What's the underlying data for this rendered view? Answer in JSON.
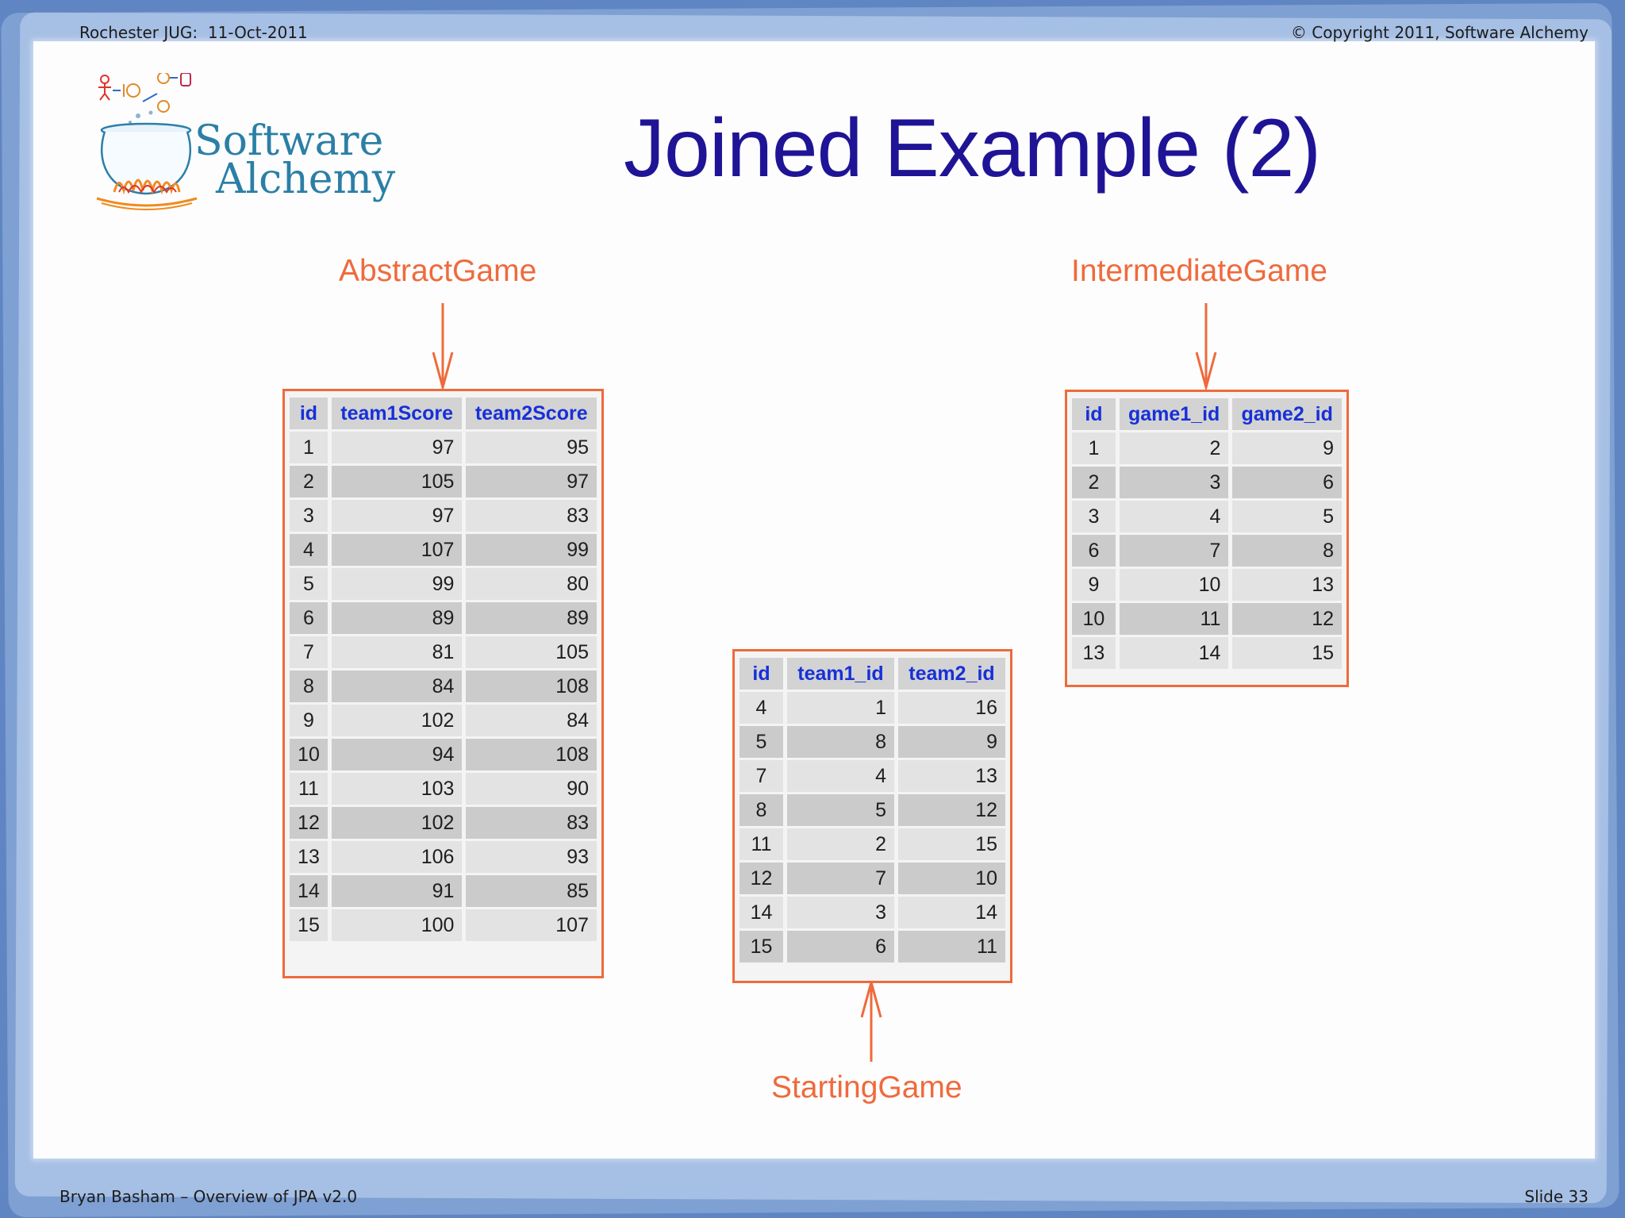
{
  "header": {
    "left": "Rochester JUG:  11-Oct-2011",
    "right": "© Copyright 2011, Software Alchemy"
  },
  "footer": {
    "left": "Bryan Basham – Overview of JPA v2.0",
    "right": "Slide 33"
  },
  "logo": {
    "line1": "Software",
    "line2": "Alchemy"
  },
  "title": "Joined Example (2)",
  "colors": {
    "title": "#1f1496",
    "accent": "#ef6a3c",
    "header_text": "#1730d8",
    "frame": "#7fa0d2"
  },
  "abstract_game": {
    "label": "AbstractGame",
    "columns": [
      "id",
      "team1Score",
      "team2Score"
    ],
    "rows": [
      [
        "1",
        "97",
        "95"
      ],
      [
        "2",
        "105",
        "97"
      ],
      [
        "3",
        "97",
        "83"
      ],
      [
        "4",
        "107",
        "99"
      ],
      [
        "5",
        "99",
        "80"
      ],
      [
        "6",
        "89",
        "89"
      ],
      [
        "7",
        "81",
        "105"
      ],
      [
        "8",
        "84",
        "108"
      ],
      [
        "9",
        "102",
        "84"
      ],
      [
        "10",
        "94",
        "108"
      ],
      [
        "11",
        "103",
        "90"
      ],
      [
        "12",
        "102",
        "83"
      ],
      [
        "13",
        "106",
        "93"
      ],
      [
        "14",
        "91",
        "85"
      ],
      [
        "15",
        "100",
        "107"
      ]
    ]
  },
  "intermediate_game": {
    "label": "IntermediateGame",
    "columns": [
      "id",
      "game1_id",
      "game2_id"
    ],
    "rows": [
      [
        "1",
        "2",
        "9"
      ],
      [
        "2",
        "3",
        "6"
      ],
      [
        "3",
        "4",
        "5"
      ],
      [
        "6",
        "7",
        "8"
      ],
      [
        "9",
        "10",
        "13"
      ],
      [
        "10",
        "11",
        "12"
      ],
      [
        "13",
        "14",
        "15"
      ]
    ]
  },
  "starting_game": {
    "label": "StartingGame",
    "columns": [
      "id",
      "team1_id",
      "team2_id"
    ],
    "rows": [
      [
        "4",
        "1",
        "16"
      ],
      [
        "5",
        "8",
        "9"
      ],
      [
        "7",
        "4",
        "13"
      ],
      [
        "8",
        "5",
        "12"
      ],
      [
        "11",
        "2",
        "15"
      ],
      [
        "12",
        "7",
        "10"
      ],
      [
        "14",
        "3",
        "14"
      ],
      [
        "15",
        "6",
        "11"
      ]
    ]
  }
}
